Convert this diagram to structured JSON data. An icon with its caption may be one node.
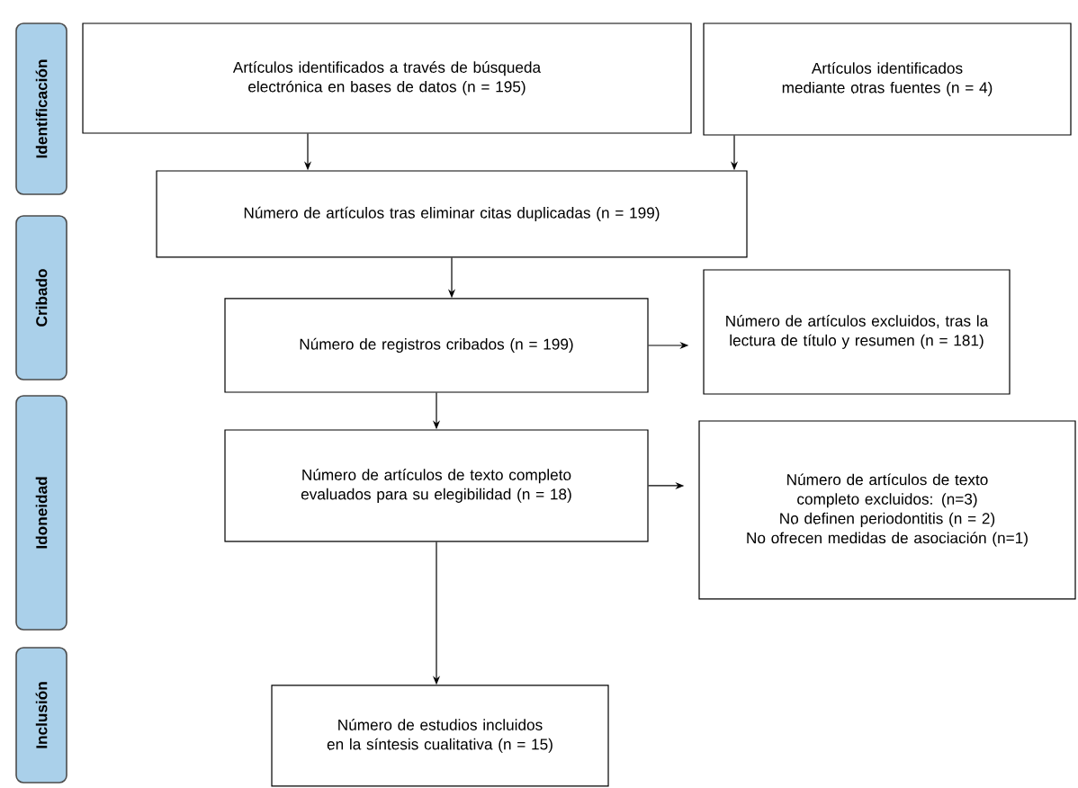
{
  "diagram": {
    "nodes": [
      {
        "text": [
          "Identificación"
        ]
      },
      {
        "text": [
          "Cribado"
        ]
      },
      {
        "text": [
          "Idoneidad"
        ]
      },
      {
        "text": [
          "Inclusión"
        ]
      },
      {
        "text": [
          "Artículos identificados a través de búsqueda electrónica en bases de datos (n = 195)"
        ]
      },
      {
        "text": [
          "Artículos identificados mediante otras fuentes (n = 4)"
        ]
      },
      {
        "text": [
          "Número de artículos tras eliminar citas duplicadas (n = 199)"
        ]
      },
      {
        "text": [
          "Número de registros cribados (n = 199)"
        ]
      },
      {
        "text": [
          "Número de artículos excluidos, tras la lectura de título y resumen (n = 181)"
        ]
      },
      {
        "text": [
          "Número de artículos de texto completo evaluados para su elegibilidad (n = 18)"
        ]
      },
      {
        "text": [
          "Número de artículos de texto completo excluidos: (n=3)",
          "No definen periodontitis (n = 2)",
          "No ofrecen medidas de asociación (n=1)"
        ]
      },
      {
        "text": [
          "Número de estudios incluidos en la síntesis cualitativa (n = 15)"
        ]
      }
    ],
    "edges": [
      {
        "from": 4,
        "to": 6,
        "arrow": "to"
      },
      {
        "from": 5,
        "to": 6,
        "arrow": "to"
      },
      {
        "from": 6,
        "to": 7,
        "arrow": "to"
      },
      {
        "from": 7,
        "to": 8,
        "arrow": "to"
      },
      {
        "from": 7,
        "to": 9,
        "arrow": "to"
      },
      {
        "from": 9,
        "to": 10,
        "arrow": "to"
      },
      {
        "from": 9,
        "to": 11,
        "arrow": "to"
      }
    ]
  }
}
